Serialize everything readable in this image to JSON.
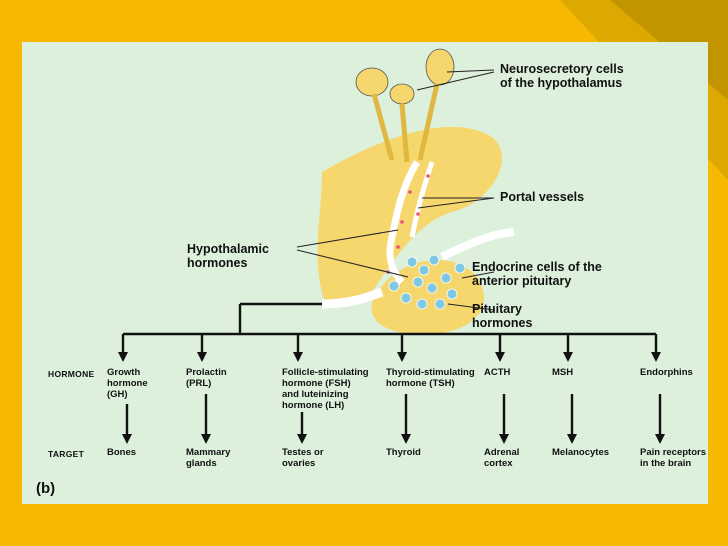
{
  "labels": {
    "neurosecretory": "Neurosecretory cells\nof the hypothalamus",
    "portal_vessels": "Portal vessels",
    "hypothalamic_hormones": "Hypothalamic\nhormones",
    "endocrine_cells": "Endocrine cells of the\nanterior pituitary",
    "pituitary_hormones": "Pituitary\nhormones"
  },
  "row_headers": {
    "hormone": "HORMONE",
    "target": "TARGET"
  },
  "hormones": [
    {
      "hormone": "Growth\nhormone\n(GH)",
      "target": "Bones"
    },
    {
      "hormone": "Prolactin\n(PRL)",
      "target": "Mammary\nglands"
    },
    {
      "hormone": "Follicle-stimulating\nhormone (FSH)\nand luteinizing\nhormone (LH)",
      "target": "Testes or\novaries"
    },
    {
      "hormone": "Thyroid-stimulating\nhormone (TSH)",
      "target": "Thyroid"
    },
    {
      "hormone": "ACTH",
      "target": "Adrenal\ncortex"
    },
    {
      "hormone": "MSH",
      "target": "Melanocytes"
    },
    {
      "hormone": "Endorphins",
      "target": "Pain receptors\nin the brain"
    }
  ],
  "panel_letter": "(b)",
  "colors": {
    "slide_background": "#f6b800",
    "panel": "#dcf0dc",
    "gland": "#f5d76e",
    "vessel": "#ffffff",
    "cells": "#7ec8e3",
    "dots": "#e75480"
  }
}
